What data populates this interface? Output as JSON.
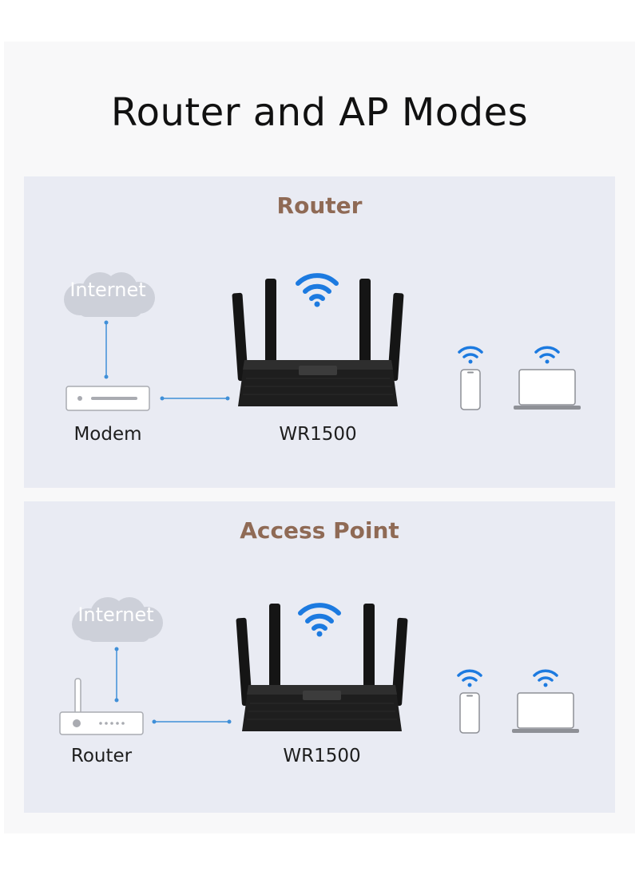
{
  "header": {
    "title": "Router and AP Modes"
  },
  "colors": {
    "accent_title": "#8f6a55",
    "wifi_blue": "#1c7ae0",
    "line_blue": "#3f8fd8",
    "panel_bg": "#e9ebf3",
    "device_gray": "#a9abb1"
  },
  "panels": [
    {
      "title": "Router",
      "cloud_label": "Internet",
      "source_device_label": "Modem",
      "source_device_icon": "modem-icon",
      "main_device_label": "WR1500",
      "main_device_icon": "router-icon",
      "client_icons": [
        "phone-icon",
        "laptop-icon"
      ]
    },
    {
      "title": "Access Point",
      "cloud_label": "Internet",
      "source_device_label": "Router",
      "source_device_icon": "router-small-icon",
      "main_device_label": "WR1500",
      "main_device_icon": "router-icon",
      "client_icons": [
        "phone-icon",
        "laptop-icon"
      ]
    }
  ]
}
